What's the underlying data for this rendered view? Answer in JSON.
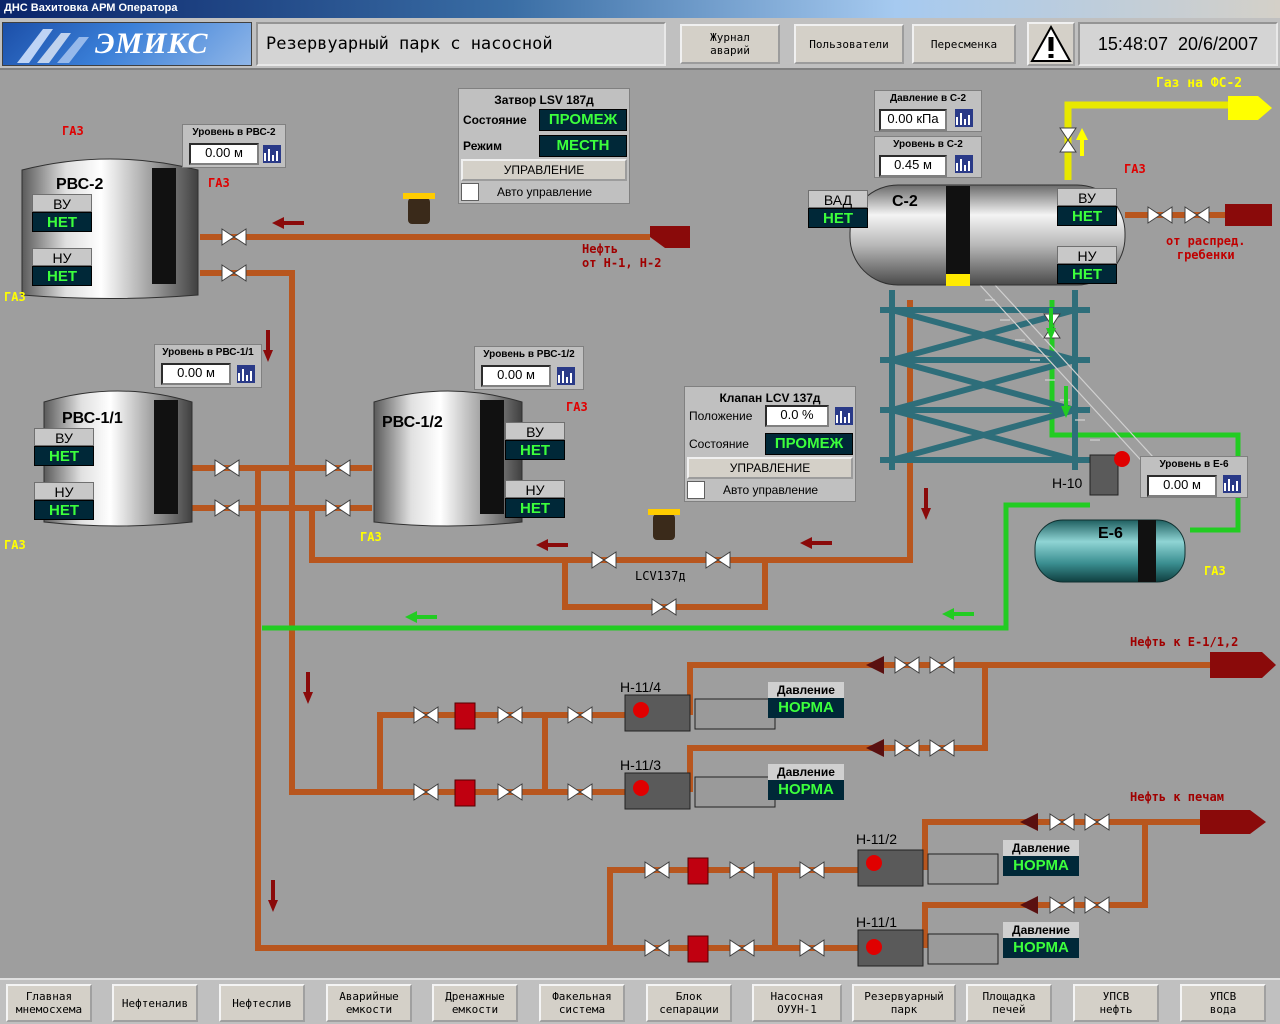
{
  "window": {
    "title": "ДНС Вахитовка АРМ Оператора"
  },
  "header": {
    "logo_text": "ЭМИКС",
    "screen_title": "Резервуарный парк с насосной",
    "buttons": {
      "alarm_log": "Журнал\nаварий",
      "users": "Пользователи",
      "shift": "Пересменка"
    },
    "alarm_icon": "warning-icon",
    "time": "15:48:07",
    "date": "20/6/2007"
  },
  "tanks": {
    "rvs2": {
      "name": "РВС-2",
      "level_title": "Уровень в РВС-2",
      "level": "0.00 м",
      "vu": "ВУ",
      "vu_val": "НЕТ",
      "nu": "НУ",
      "nu_val": "НЕТ"
    },
    "rvs11": {
      "name": "РВС-1/1",
      "level_title": "Уровень в РВС-1/1",
      "level": "0.00 м",
      "vu": "ВУ",
      "vu_val": "НЕТ",
      "nu": "НУ",
      "nu_val": "НЕТ"
    },
    "rvs12": {
      "name": "РВС-1/2",
      "level_title": "Уровень в РВС-1/2",
      "level": "0.00 м",
      "vu": "ВУ",
      "vu_val": "НЕТ",
      "nu": "НУ",
      "nu_val": "НЕТ"
    }
  },
  "lsv": {
    "title": "Затвор LSV 187д",
    "state_label": "Состояние",
    "state": "ПРОМЕЖ",
    "mode_label": "Режим",
    "mode": "МЕСТН",
    "control": "УПРАВЛЕНИЕ",
    "auto": "Авто управление"
  },
  "lcv": {
    "title": "Клапан LCV 137д",
    "pos_label": "Положение",
    "pos": "0.0 %",
    "state_label": "Состояние",
    "state": "ПРОМЕЖ",
    "control": "УПРАВЛЕНИЕ",
    "auto": "Авто управление",
    "tag": "LCV137д"
  },
  "separator": {
    "name": "С-2",
    "pressure_title": "Давление в С-2",
    "pressure": "0.00 кПа",
    "level_title": "Уровень в С-2",
    "level": "0.45 м",
    "vad": "ВАД",
    "vad_val": "НЕТ",
    "vu": "ВУ",
    "vu_val": "НЕТ",
    "nu": "НУ",
    "nu_val": "НЕТ"
  },
  "e6": {
    "name": "Е-6",
    "level_title": "Уровень в Е-6",
    "level": "0.00 м",
    "pump": "Н-10"
  },
  "gas_label": "ГАЗ",
  "labels": {
    "oil_from": "Нефть\nот Н-1, Н-2",
    "gas_fs2": "Газ на ФС-2",
    "from_comb": "от распред.\nгребенки",
    "oil_to_e": "Нефть к Е-1/1,2",
    "oil_to_furn": "Нефть к печам"
  },
  "pumps": [
    {
      "name": "Н-11/4",
      "p_title": "Давление",
      "p_val": "НОРМА"
    },
    {
      "name": "Н-11/3",
      "p_title": "Давление",
      "p_val": "НОРМА"
    },
    {
      "name": "Н-11/2",
      "p_title": "Давление",
      "p_val": "НОРМА"
    },
    {
      "name": "Н-11/1",
      "p_title": "Давление",
      "p_val": "НОРМА"
    }
  ],
  "footer": [
    "Главная\nмнемосхема",
    "Нефтеналив",
    "Нефтеслив",
    "Аварийные\nемкости",
    "Дренажные\nемкости",
    "Факельная\nсистема",
    "Блок\nсепарации",
    "Насосная\nОУУН-1",
    "Резервуарный\nпарк",
    "Площадка\nпечей",
    "УПСВ\nнефть",
    "УПСВ\nвода"
  ],
  "colors": {
    "oil_pipe": "#b8561e",
    "water_pipe": "#22cc22",
    "gas_pipe": "#ffff00",
    "status_bg": "#002838",
    "status_fg": "#3cff3c"
  }
}
